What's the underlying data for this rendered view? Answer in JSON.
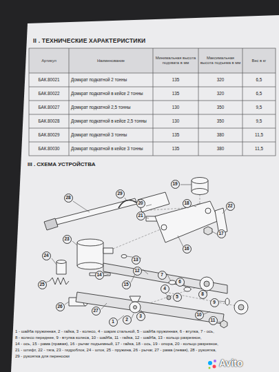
{
  "diagram": {
    "title": "II . ТЕХНИЧЕСКИЕ ХАРАКТЕРИСТИКИ",
    "labels": [
      "III . СХЕМА УСТРОЙСТВА",
      "Артикул",
      "Наименование",
      "Минимальная высота подхвата в мм",
      "Максимальная высота подъема в мм",
      "Вес в кг",
      "БАК.80021",
      "Домкрат подкатной 2 тонны",
      "135",
      "320",
      "6,5",
      "БАК.80022",
      "Домкрат подкатной в кейсе 2 тонны",
      "135",
      "320",
      "6,5",
      "БАК.80027",
      "Домкрат подкатной 2,5 тонны",
      "130",
      "350",
      "9,5",
      "БАК.80028",
      "Домкрат подкатной в кейсе 2,5 тонны",
      "130",
      "350",
      "9,5",
      "БАК.80029",
      "Домкрат подкатной 3 тонны",
      "135",
      "380",
      "11,5",
      "БАК.80030",
      "Домкрат подкатной в кейсе 3 тонны",
      "135",
      "380",
      "11,5",
      "1",
      "2",
      "3",
      "4",
      "5",
      "6",
      "7",
      "8",
      "9",
      "10",
      "11",
      "12",
      "13",
      "14",
      "15",
      "16",
      "17",
      "18",
      "19",
      "20",
      "21",
      "22",
      "23",
      "24",
      "25",
      "26",
      "27",
      "28",
      "29",
      "1 - шайба пружинная, 2 - гайка, 3 - колесо, 4 - шарик стальной, 5 - шайба пружинная, 6 - втулка, 7 - ось,",
      "8 - колесо переднее, 9 - втулка колеса, 10 - шайба, 11 - гайка, 12 - шайба, 13 - кольцо разрезное,",
      "14 - ось, 15 - рама (правая), 16 - рычаг подъемный, 17 - гайка, 18 - ось, 19 - опора, 20 - кольцо разрезное,",
      "21 - штифт, 22 - тяга, 23 - гидроблок, 24 - шток, 25 - пружина, 26 - рычаг, 27 - рама (левая), 28 - рукоятка,",
      "29 - рукоятка для переноски",
      "Avito"
    ]
  }
}
